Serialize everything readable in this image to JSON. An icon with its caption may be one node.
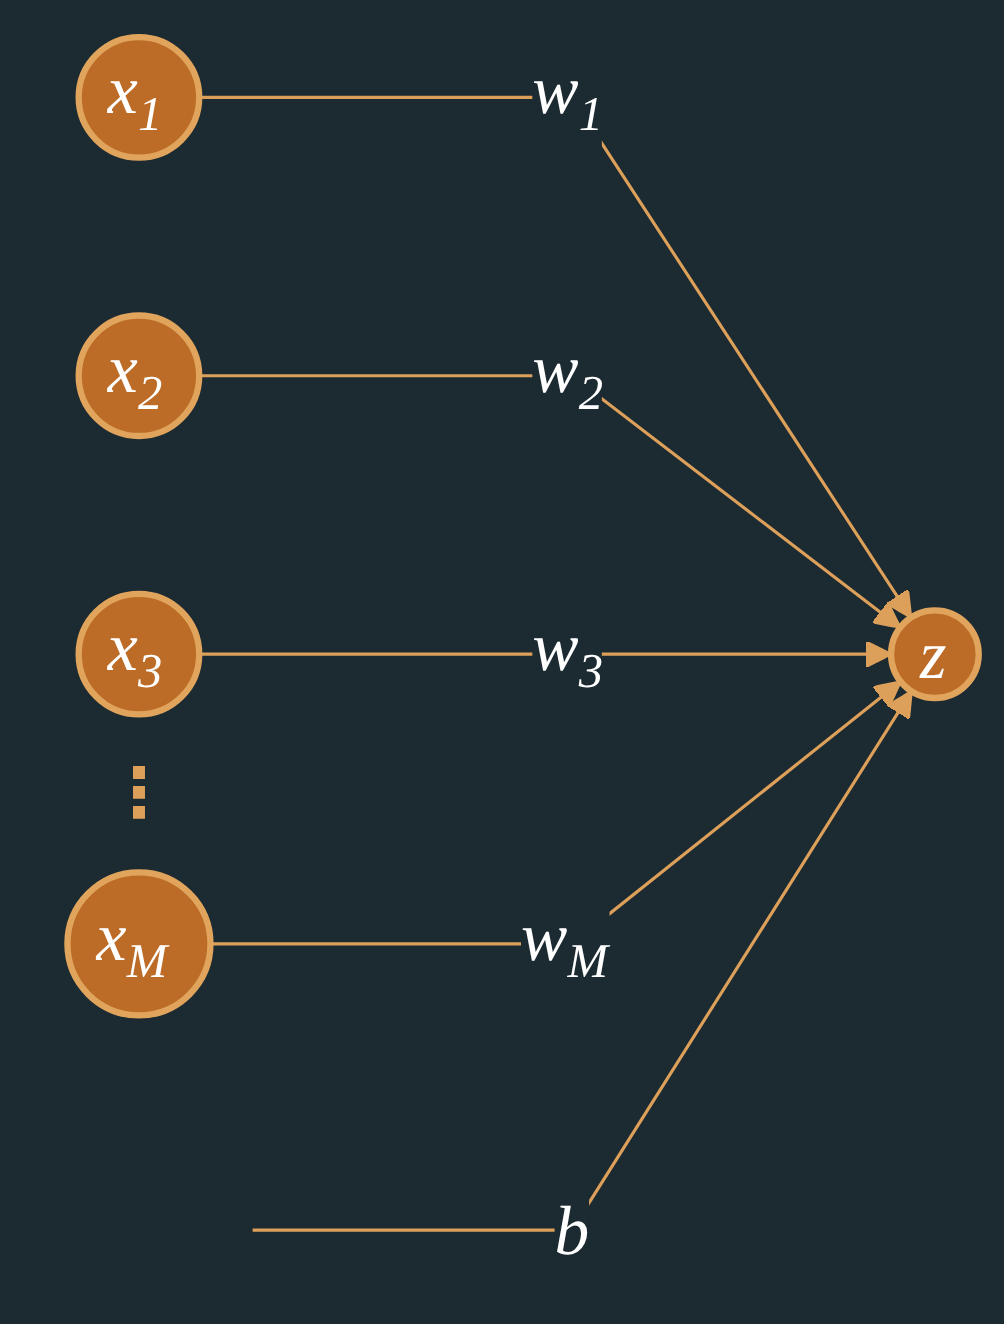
{
  "diagram": {
    "nodes": [
      {
        "text": [
          "x$_{1}$"
        ]
      },
      {
        "text": [
          "x$_{2}$"
        ]
      },
      {
        "text": [
          "x$_{3}$"
        ]
      },
      {
        "text": [
          "x$_{M}$"
        ]
      },
      {
        "text": [
          "z"
        ]
      }
    ],
    "edges": [
      {
        "from": 0,
        "to": 4,
        "arrow": "to",
        "label": "w$_{1}$"
      },
      {
        "from": 1,
        "to": 4,
        "arrow": "to",
        "label": "w$_{2}$"
      },
      {
        "from": 2,
        "to": 4,
        "arrow": "to",
        "label": "w$_{3}$"
      },
      {
        "from": 3,
        "to": 4,
        "arrow": "to",
        "label": "w$_{M}$"
      },
      {
        "from": null,
        "to": 4,
        "arrow": "to",
        "label": "b"
      }
    ],
    "labels": [
      "⋮"
    ]
  }
}
